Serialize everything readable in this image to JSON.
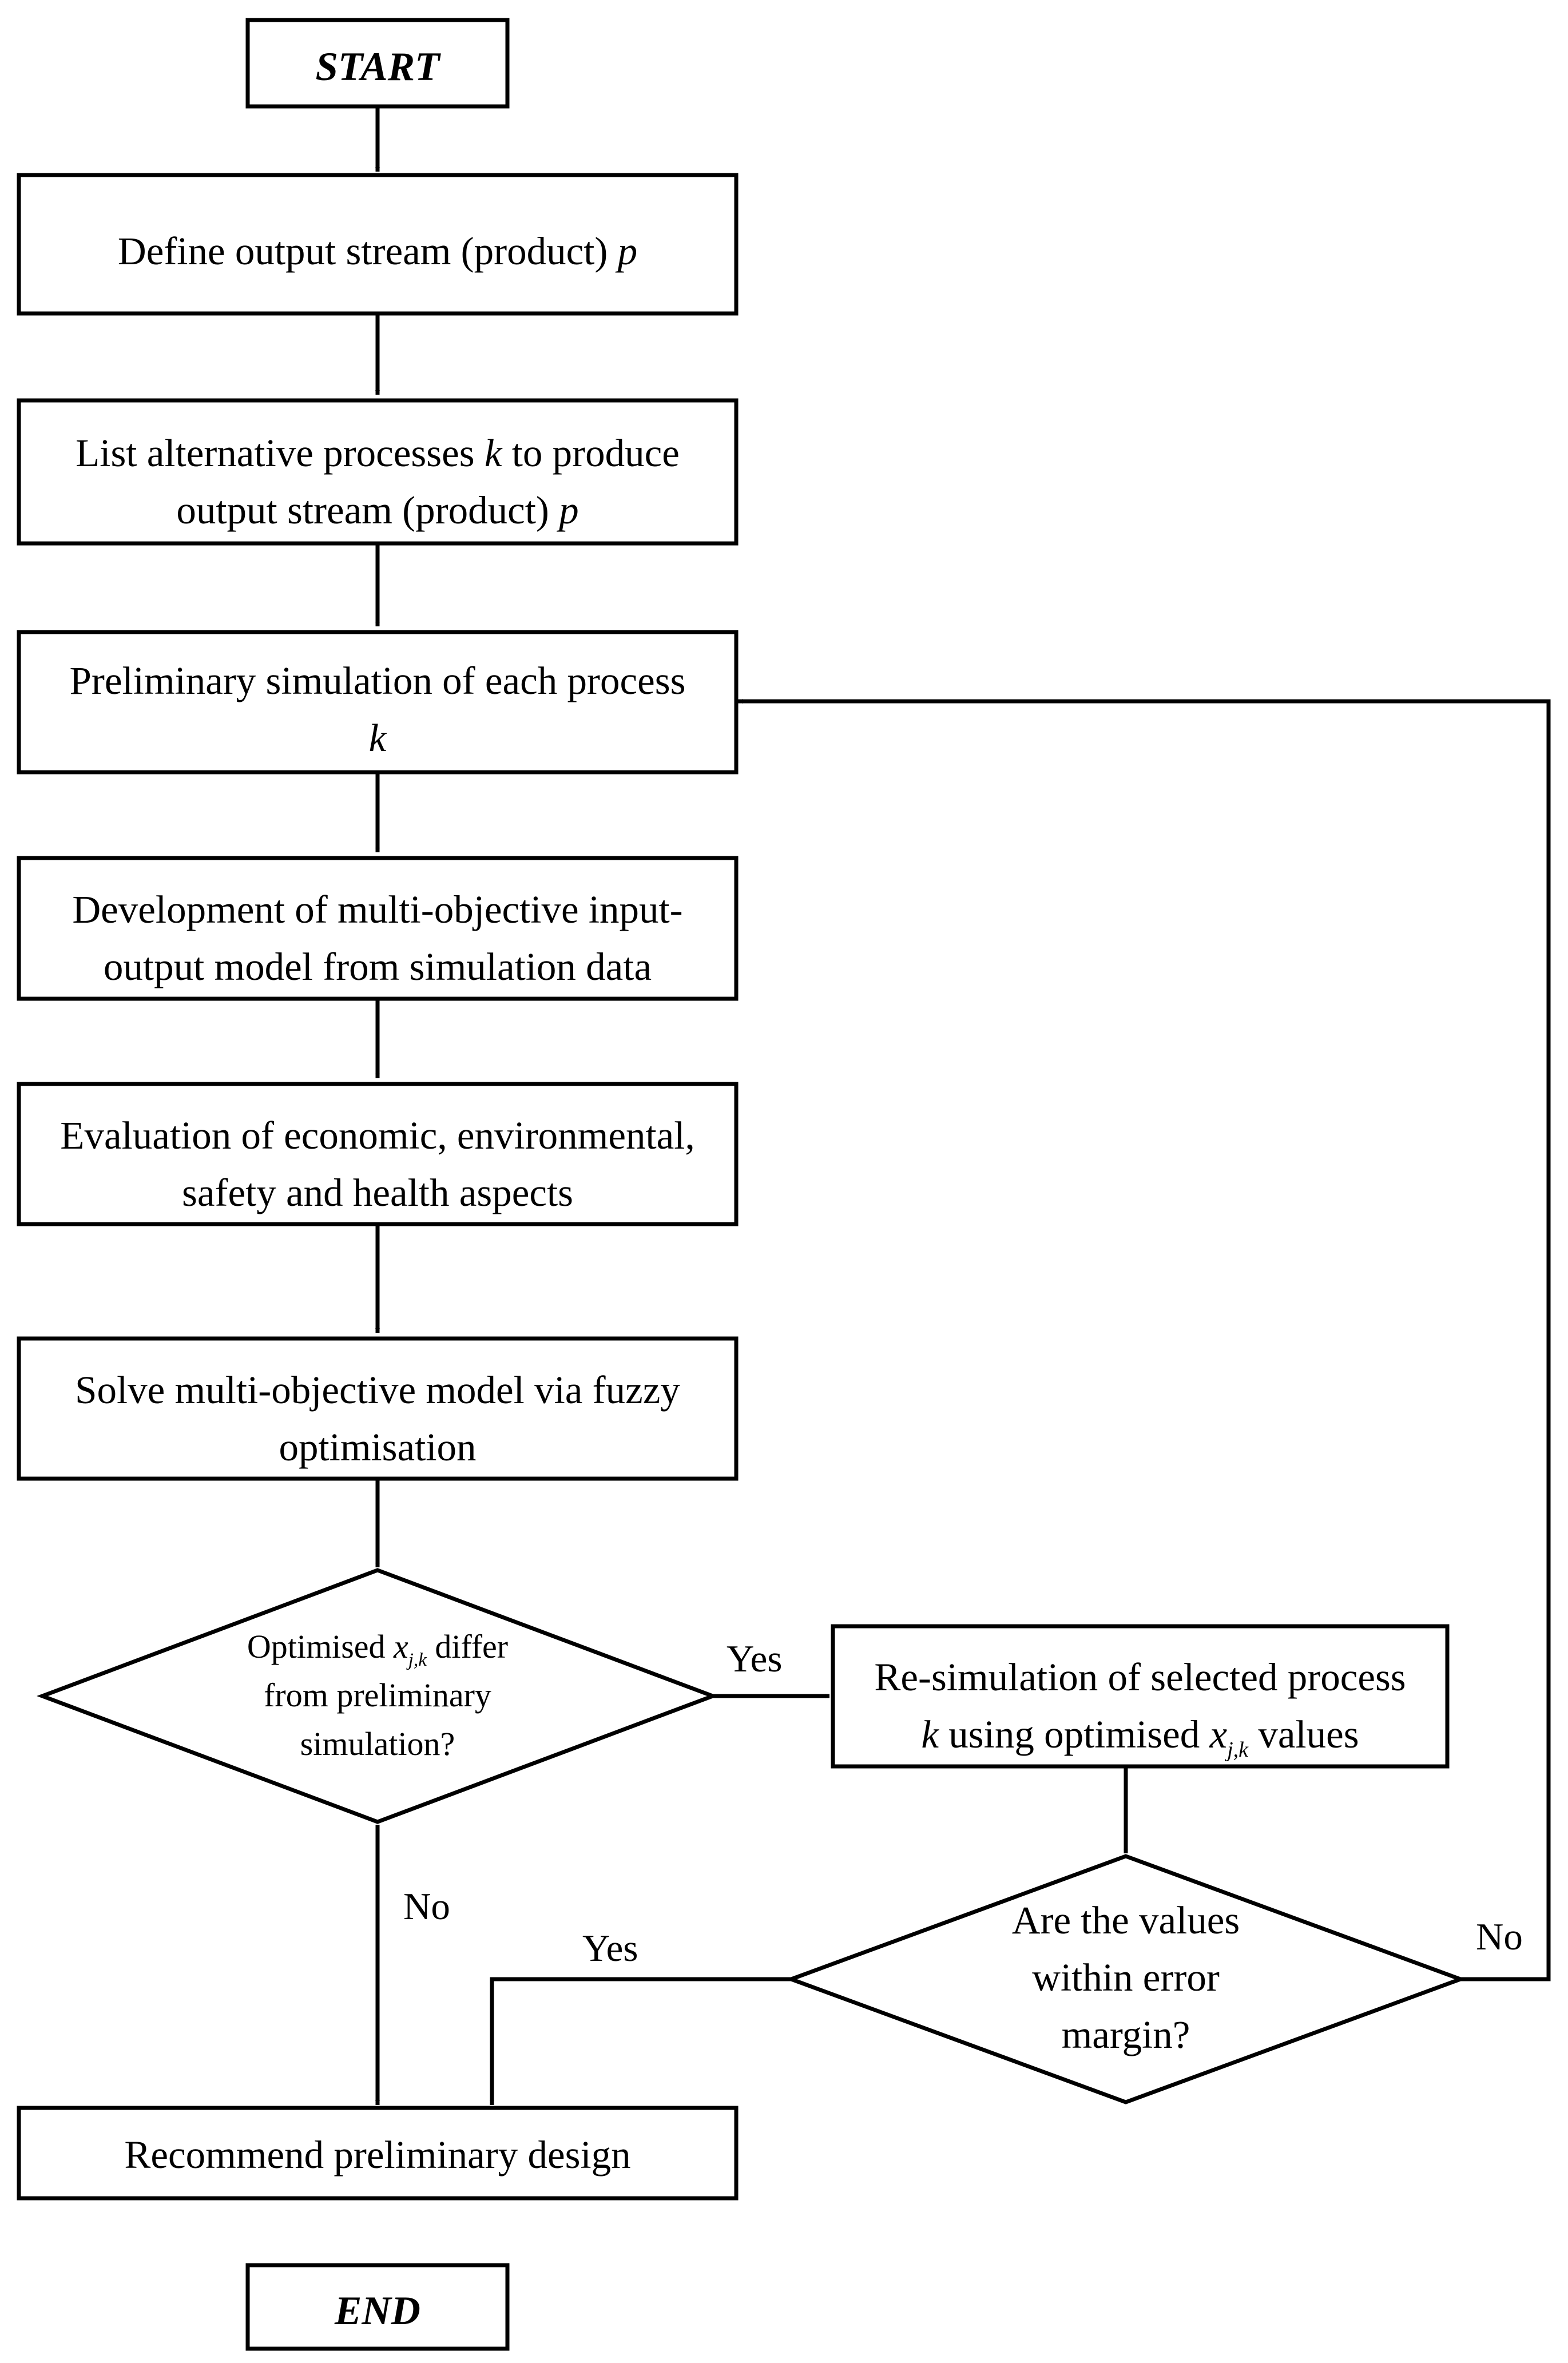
{
  "start": {
    "label": "START"
  },
  "step1": {
    "text_a": "Define output stream (product) ",
    "var": "p"
  },
  "step2": {
    "line1_a": "List alternative processes ",
    "line1_var": "k",
    "line1_b": " to produce",
    "line2_a": "output stream (product) ",
    "line2_var": "p"
  },
  "step3": {
    "line1": "Preliminary simulation of each process",
    "line2_var": "k"
  },
  "step4": {
    "line1": "Development of multi-objective input-",
    "line2": "output model from simulation data"
  },
  "step5": {
    "line1": "Evaluation of economic, environmental,",
    "line2": "safety and health aspects"
  },
  "step6": {
    "line1": "Solve multi-objective model via fuzzy",
    "line2": "optimisation"
  },
  "decision1": {
    "line1_a": "Optimised ",
    "line1_var": "x",
    "line1_sub": "j,k",
    "line1_b": " differ",
    "line2": "from preliminary",
    "line3": "simulation?",
    "yes_label": "Yes",
    "no_label": "No"
  },
  "resim": {
    "line1": "Re-simulation of selected process",
    "line2_var": "k",
    "line2_a": " using optimised ",
    "line2_var2": "x",
    "line2_sub": "j,k",
    "line2_b": " values"
  },
  "decision2": {
    "line1": "Are the values",
    "line2": "within error",
    "line3": "margin?",
    "yes_label": "Yes",
    "no_label": "No"
  },
  "recommend": {
    "label": "Recommend preliminary design"
  },
  "end": {
    "label": "END"
  }
}
